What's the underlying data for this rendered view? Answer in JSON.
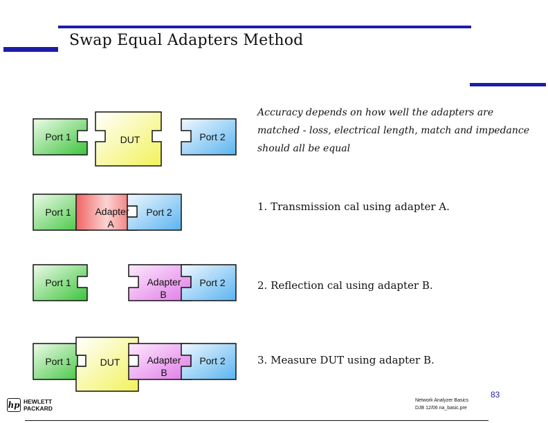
{
  "header": {
    "title": "Swap Equal Adapters Method"
  },
  "colors": {
    "accent_bar": "#1c1ca8",
    "port1_green": "#3cc43c",
    "port2_blue": "#5ab4f0",
    "dut_yellow": "#f2f25a",
    "adapter_a_red": "#f06464",
    "adapter_b_magenta": "#e07ae6"
  },
  "diagram": {
    "rows": [
      {
        "port1": "Port 1",
        "dut": "DUT",
        "port2": "Port 2"
      },
      {
        "port1": "Port 1",
        "adapter_line1": "Adapter",
        "adapter_line2": "A",
        "port2": "Port 2"
      },
      {
        "port1": "Port 1",
        "adapter_line1": "Adapter",
        "adapter_line2": "B",
        "port2": "Port 2"
      },
      {
        "port1": "Port 1",
        "dut": "DUT",
        "adapter_line1": "Adapter",
        "adapter_line2": "B",
        "port2": "Port 2"
      }
    ]
  },
  "content": {
    "note": "Accuracy depends on how well  the adapters are matched - loss, electrical length, match and impedance should all be equal",
    "steps": [
      "1.  Transmission cal using adapter A.",
      "2.  Reflection cal using adapter B.",
      "3.  Measure DUT using adapter B."
    ]
  },
  "footer": {
    "line1": "Network Analyzer Basics",
    "line2": "DJB   12/06   na_basic.pre",
    "page_number": "83",
    "logo_mark": "hp",
    "logo_line1": "HEWLETT",
    "logo_line2": "PACKARD"
  }
}
